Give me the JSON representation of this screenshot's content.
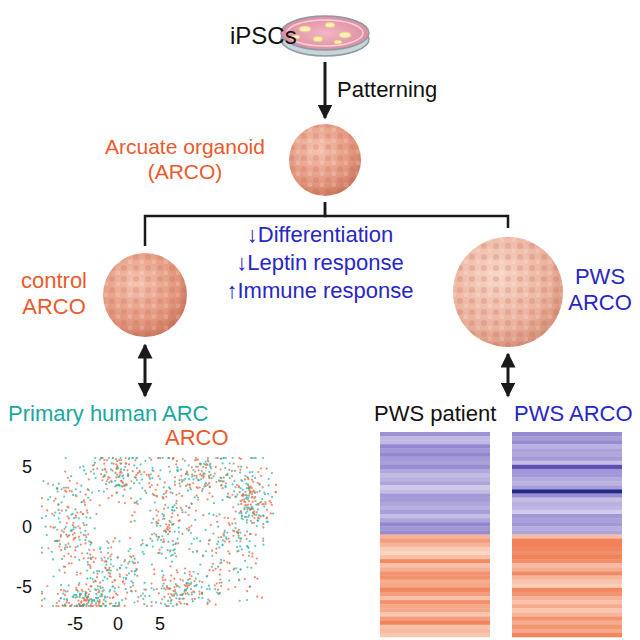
{
  "diagram": {
    "nodes": [
      {
        "text": [
          "iPSCs"
        ]
      },
      {
        "text": [
          "Arcuate organoid (ARCO)"
        ]
      },
      {
        "text": [
          "control ARCO"
        ]
      },
      {
        "text": [
          "PWS ARCO"
        ]
      },
      {
        "text": [
          "Primary human ARC",
          "ARCO"
        ]
      },
      {
        "text": [
          "PWS patient",
          "PWS ARCO"
        ]
      }
    ],
    "edges": [
      {
        "from": 0,
        "to": 1,
        "label": "Patterning",
        "arrow": "to"
      },
      {
        "from": 1,
        "to": 2,
        "arrow": "none"
      },
      {
        "from": 1,
        "to": 3,
        "arrow": "none"
      },
      {
        "from": 2,
        "to": 4,
        "arrow": "both"
      },
      {
        "from": 3,
        "to": 5,
        "arrow": "both"
      }
    ],
    "labels": [
      "↓Differentiation",
      "↓Leptin response",
      "↑Immune response",
      "5",
      "0",
      "-5",
      "-5",
      "0",
      "5"
    ]
  }
}
